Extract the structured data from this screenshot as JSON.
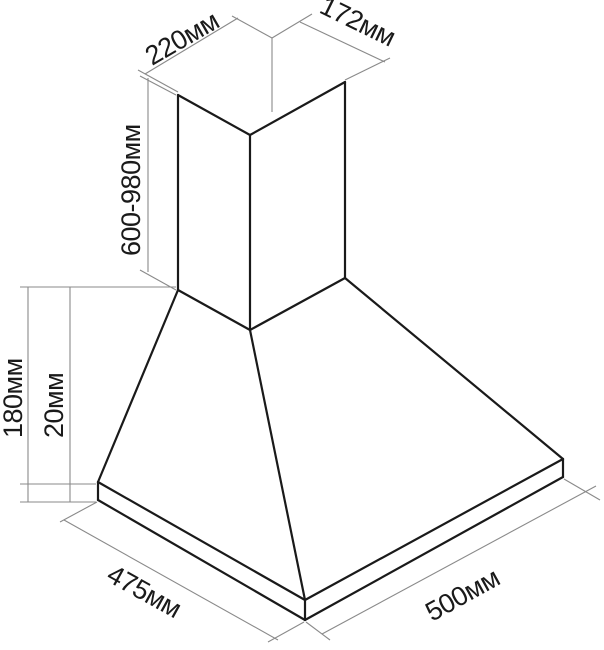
{
  "dimensions": {
    "chimney_width": "220мм",
    "chimney_depth": "172мм",
    "chimney_height": "600-980мм",
    "hood_height": "180мм",
    "rim_height": "20мм",
    "hood_depth": "475мм",
    "hood_width": "500мм"
  },
  "colors": {
    "outline": "#1a1a1a",
    "dimension_line": "#8a8a8a",
    "background": "#ffffff"
  }
}
